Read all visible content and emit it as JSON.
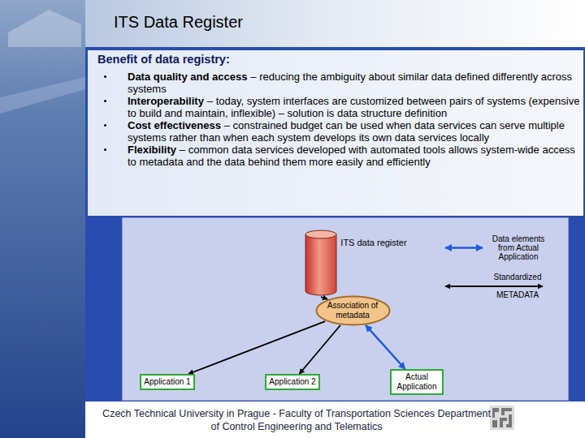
{
  "diagram": {
    "title": "ITS Data Register",
    "caption": "Czech Technical University in Prague - Faculty of Transportation Sciences Department of Control Engineering and Telematics",
    "nodes": [
      {
        "text": [
          "ITS data register"
        ]
      },
      {
        "text": [
          "Association of metadata"
        ]
      },
      {
        "text": [
          "Application 1"
        ]
      },
      {
        "text": [
          "Application 2"
        ]
      },
      {
        "text": [
          "Actual Application"
        ]
      }
    ],
    "edges": [
      {
        "from": 0,
        "to": 1,
        "arrow": "to"
      },
      {
        "from": 1,
        "to": 2,
        "arrow": "to"
      },
      {
        "from": 1,
        "to": 3,
        "arrow": "to"
      },
      {
        "from": 1,
        "to": 4,
        "arrow": "both"
      }
    ],
    "labels": [
      "Benefit of data registry:",
      "Data quality and access",
      "– reducing the ambiguity about similar data defined differently across systems",
      "Interoperability",
      "– today, system interfaces are customized between pairs of systems (expensive to build and maintain, inflexible) – solution is data structure definition",
      "Cost effectiveness",
      "– constrained budget can be used when data services can serve multiple systems rather than when each system develops its own data services locally",
      "Flexibility",
      "– common data services developed with automated tools allows system-wide access to metadata and the data behind them more easily and efficiently"
    ],
    "legend": [
      {
        "text": "Data elements from Actual Application"
      },
      {
        "text": "Standardized METADATA"
      }
    ]
  }
}
